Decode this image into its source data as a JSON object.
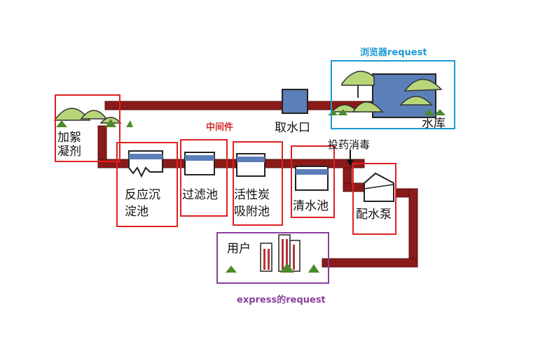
{
  "annotations": {
    "browser_request": "浏览器request",
    "middleware": "中间件",
    "express_request": "express的request",
    "browser_color": "#1a9ad6",
    "middleware_color": "#d42a2a",
    "express_color": "#8a3f9e"
  },
  "stages": {
    "reservoir": "水库",
    "intake": "取水口",
    "coagulant_line1": "加絮",
    "coagulant_line2": "凝剂",
    "sedimentation_line1": "反应沉",
    "sedimentation_line2": "淀池",
    "filter": "过滤池",
    "activated_carbon_line1": "活性炭",
    "activated_carbon_line2": "吸附池",
    "clear_water": "清水池",
    "dosing": "投药消毒",
    "pump": "配水泵",
    "user": "用户"
  },
  "colors": {
    "pipe": "#8b1a1a",
    "water": "#5b7fb8",
    "tree_fill": "#b7d67a",
    "grass": "#4c8a2a",
    "highlight_box": "#e02020"
  }
}
